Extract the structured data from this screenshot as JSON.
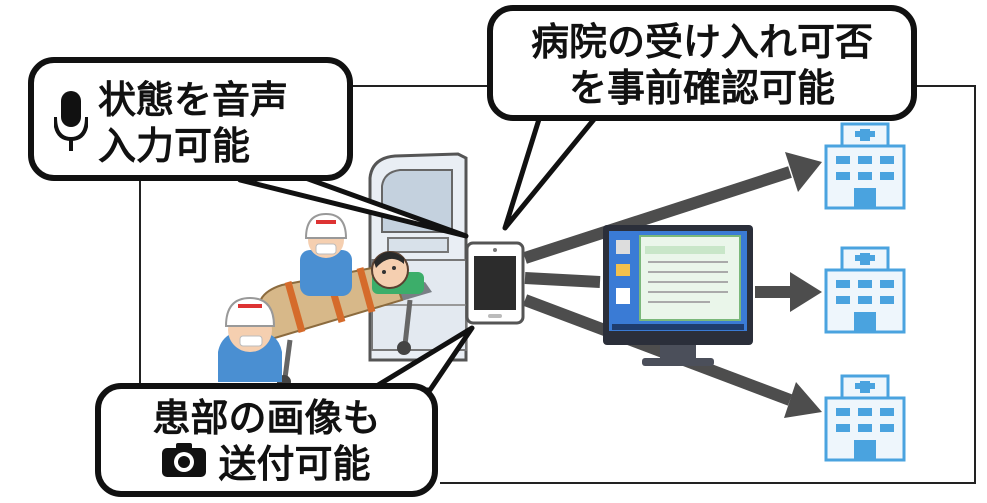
{
  "bubbles": {
    "voice": {
      "line1": "状態を音声",
      "line2": "入力可能",
      "icon": "microphone-icon"
    },
    "hospital": {
      "line1": "病院の受け入れ可否",
      "line2": "を事前確認可能"
    },
    "photo": {
      "line1": "患部の画像も",
      "line2": "送付可能",
      "icon": "camera-icon"
    }
  },
  "colors": {
    "arrow": "#4d4d4d",
    "bubble_border": "#111111",
    "hospital_blue": "#4aa3df",
    "hospital_body": "#eef6fc",
    "monitor_blue": "#2d6fb7"
  }
}
